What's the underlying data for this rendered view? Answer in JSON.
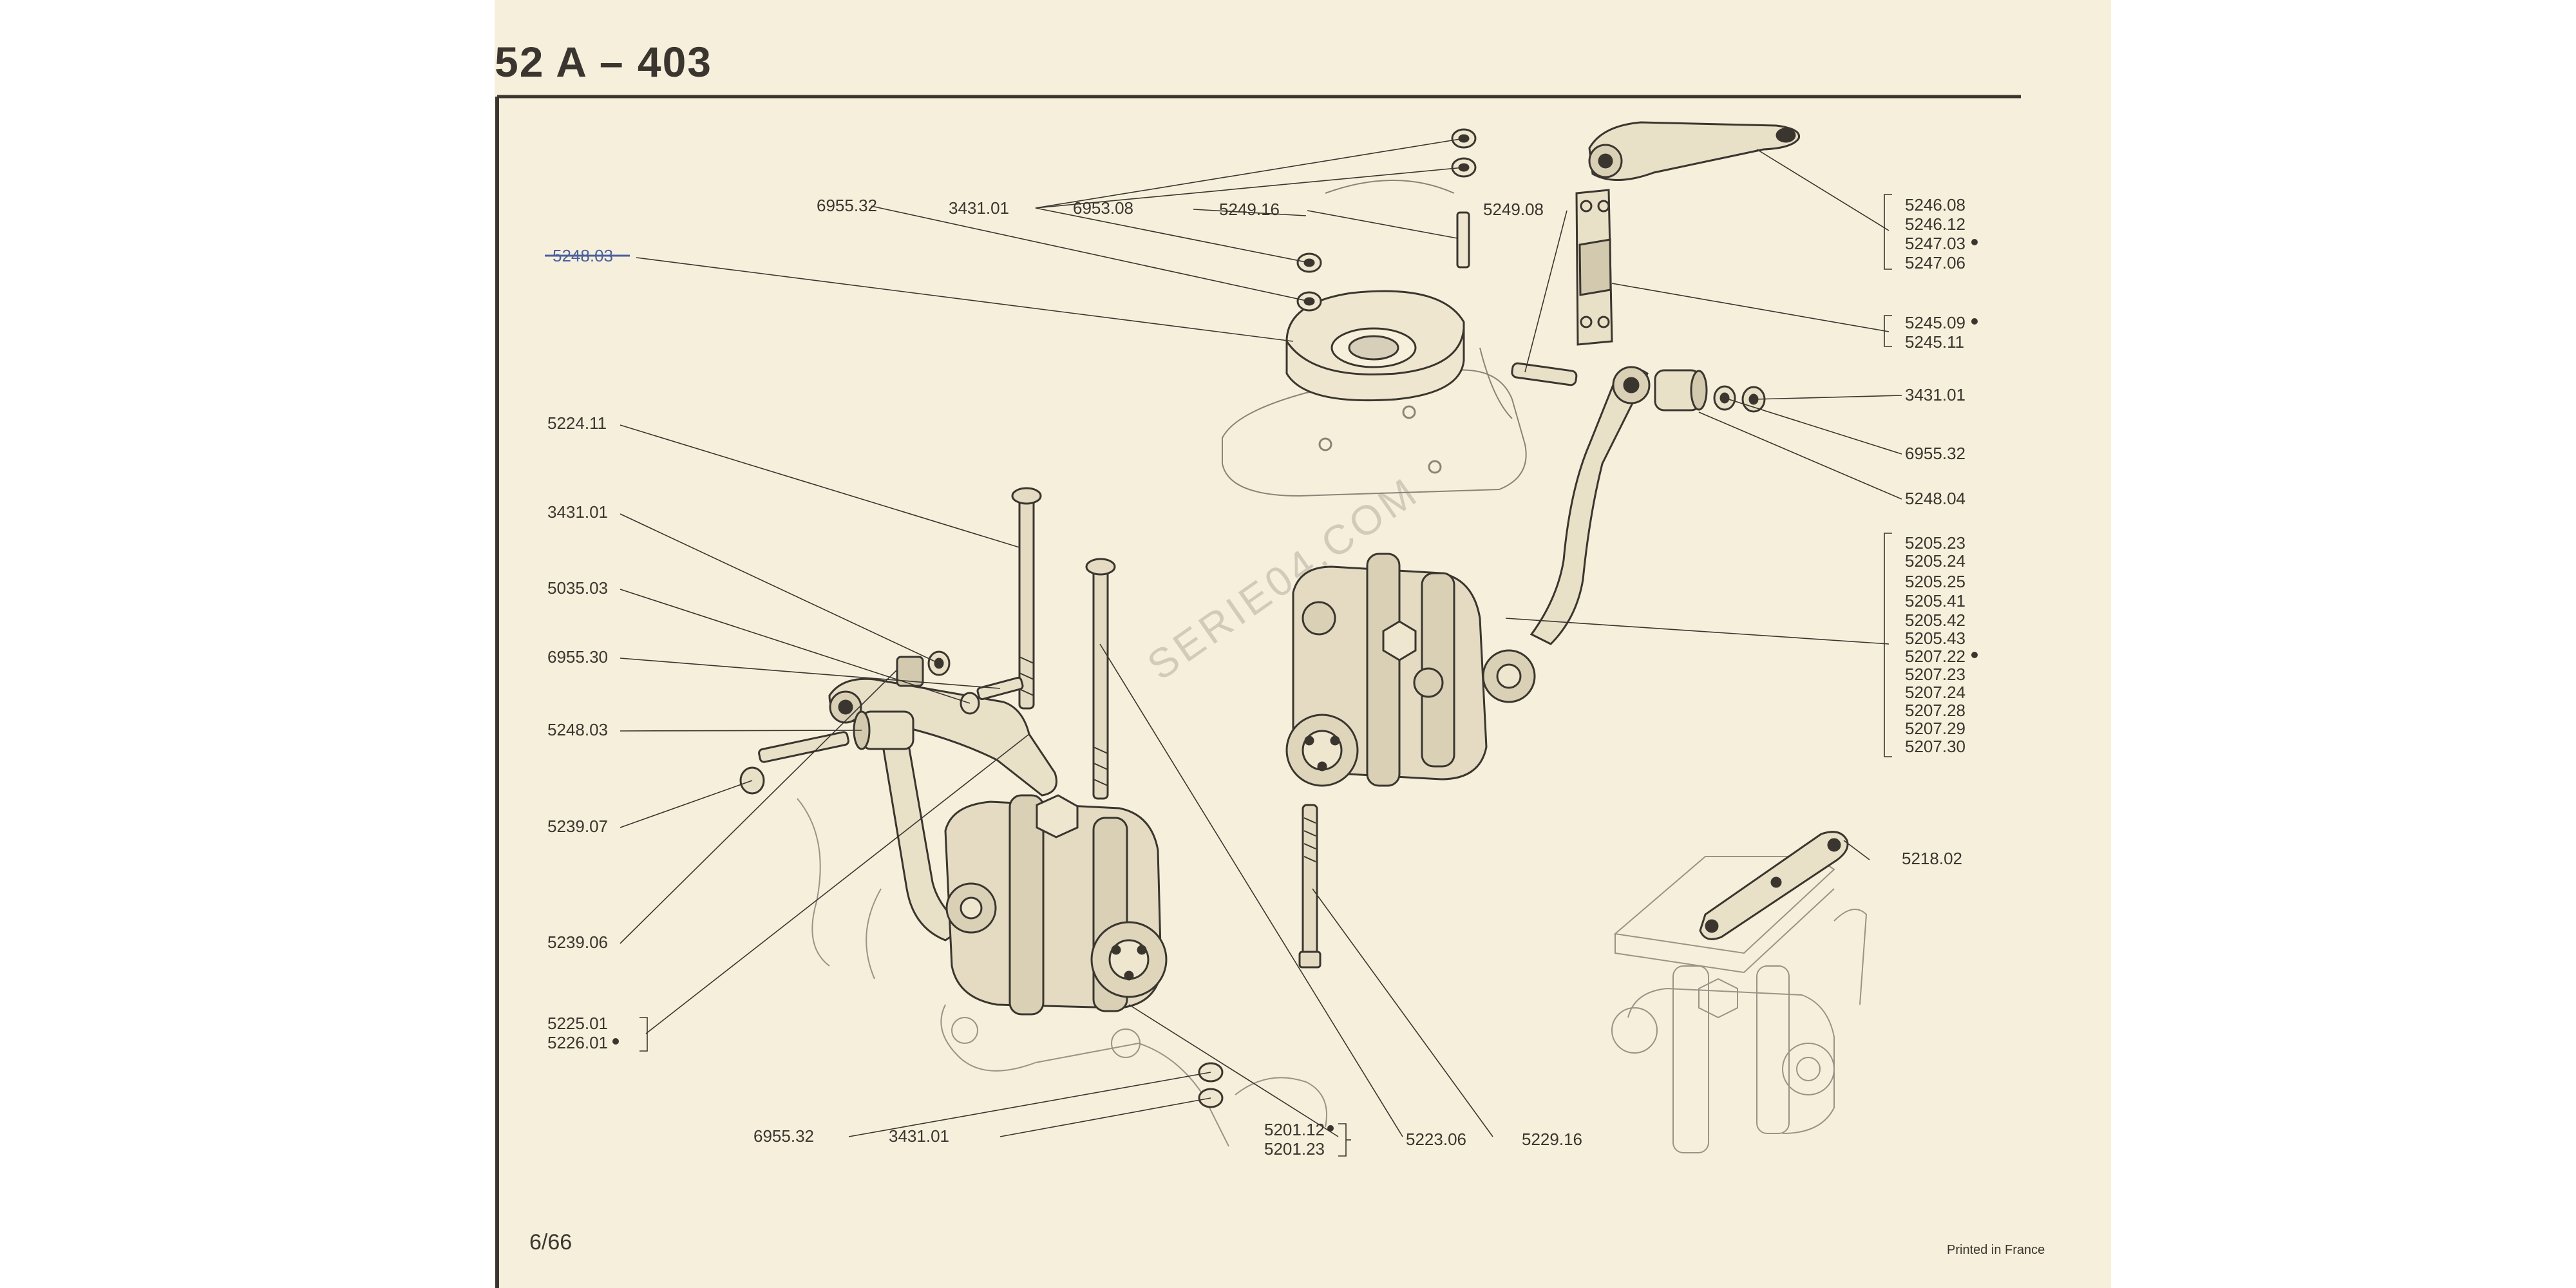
{
  "header": {
    "title": "52 A  –  403"
  },
  "footer": {
    "page": "6/66",
    "printed": "Printed in France"
  },
  "watermark": "SERIE04.COM",
  "colors": {
    "paper": "#f6efdc",
    "ink": "#3a362f",
    "pen": "#4a5fa0"
  },
  "callouts": {
    "c1": "6955.32",
    "c2": "3431.01",
    "c3": "6953.08",
    "c4": "5249.16",
    "c5": "5249.08",
    "c6": "5248.03",
    "c7": "5224.11",
    "c8": "3431.01",
    "c9": "5035.03",
    "c10": "6955.30",
    "c11": "5248.03",
    "c12": "5239.07",
    "c13": "5239.06",
    "c14": "6955.32",
    "c15": "3431.01",
    "c16": "5223.06",
    "c17": "5229.16",
    "c18": "3431.01",
    "c19": "6955.32",
    "c20": "5248.04",
    "c21": "5218.02"
  },
  "groups": {
    "g1": [
      "5246.08",
      "5246.12",
      "5247.03",
      "5247.06"
    ],
    "g2": [
      "5245.09",
      "5245.11"
    ],
    "g3": [
      "5205.23",
      "5205.24",
      "5205.25",
      "5205.41",
      "5205.42",
      "5205.43",
      "5207.22",
      "5207.23",
      "5207.24",
      "5207.28",
      "5207.29",
      "5207.30"
    ],
    "g4": [
      "5225.01",
      "5226.01"
    ],
    "g5": [
      "5201.12",
      "5201.23"
    ]
  }
}
